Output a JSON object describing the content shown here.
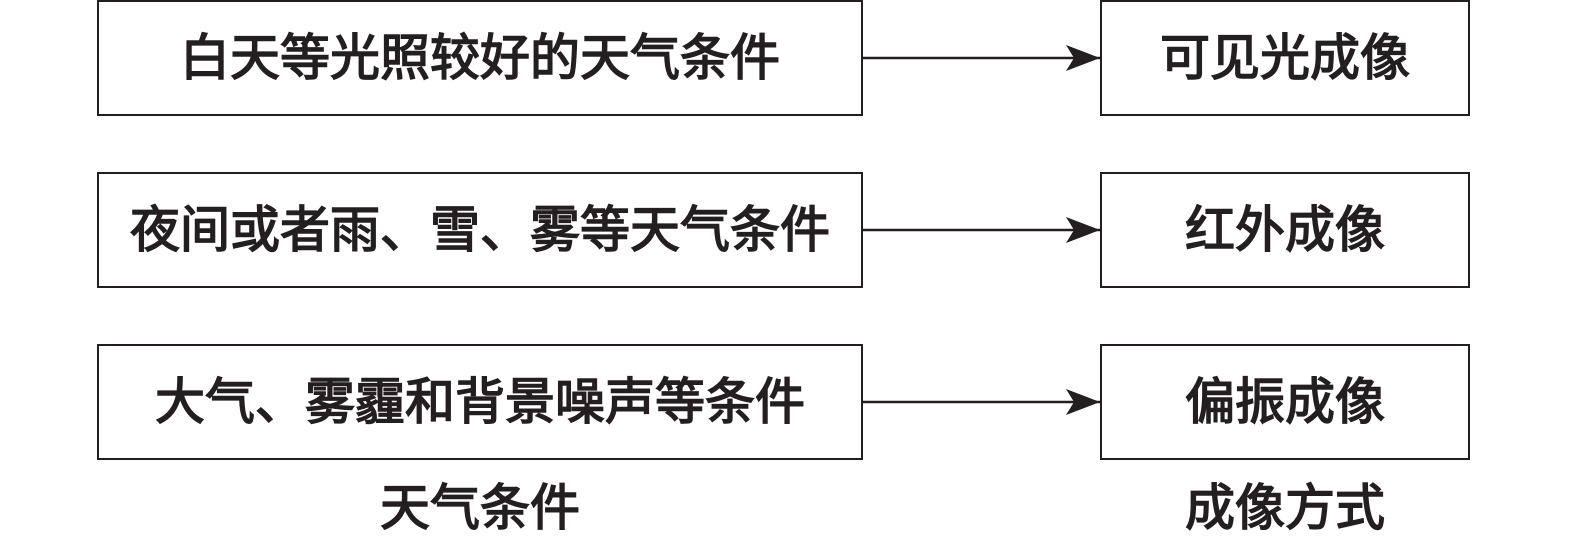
{
  "rows": [
    {
      "condition": "白天等光照较好的天气条件",
      "imaging": "可见光成像"
    },
    {
      "condition": "夜间或者雨、雪、雾等天气条件",
      "imaging": "红外成像"
    },
    {
      "condition": "大气、雾霾和背景噪声等条件",
      "imaging": "偏振成像"
    }
  ],
  "labels": {
    "left": "天气条件",
    "right": "成像方式"
  },
  "colors": {
    "line": "#231f20",
    "background": "#ffffff"
  }
}
